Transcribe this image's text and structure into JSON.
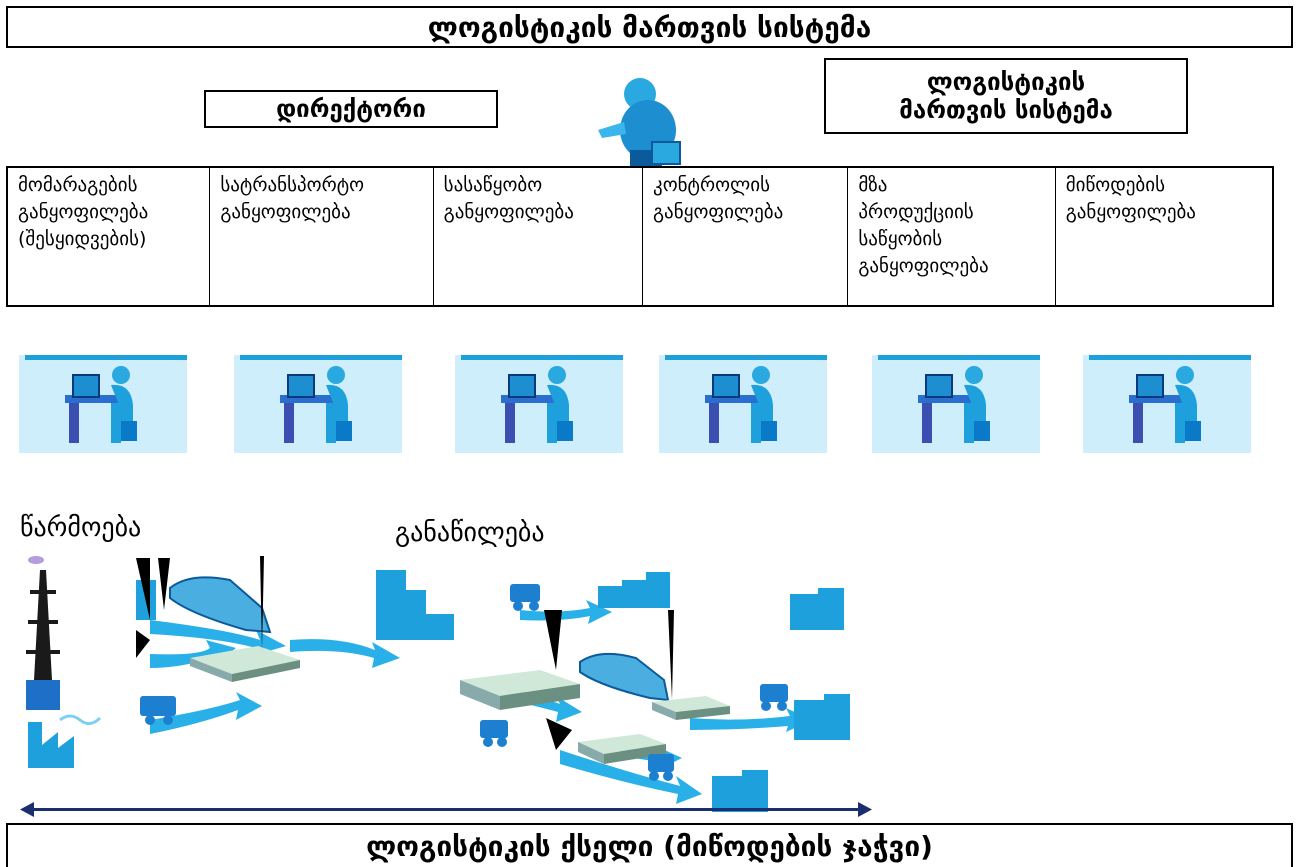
{
  "title_top": "ლოგისტიკის მართვის სისტემა",
  "director": "დირექტორი",
  "lms_box": "ლოგისტიკის\nმართვის სისტემა",
  "departments": [
    "მომარაგების\nგანყოფილება\n(შესყიდვების)",
    "სატრანსპორტო\nგანყოფილება",
    "სასაწყობო\nგანყოფილება",
    "კონტროლის\nგანყოფილება",
    "მზა\nპროდუქციის\nსაწყობის\nგანყოფილება",
    "მიწოდების\nგანყოფილება"
  ],
  "production_label": "წარმოება",
  "distribution_label": "განაწილება",
  "bottom_title": "ლოგისტიკის ქსელი (მიწოდების ჯაჭვი)",
  "colors": {
    "accent": "#1ea0dc",
    "light_blue": "#cdeefa",
    "dark_blue": "#0a5a9c",
    "icon_blue": "#2aa8e0"
  }
}
